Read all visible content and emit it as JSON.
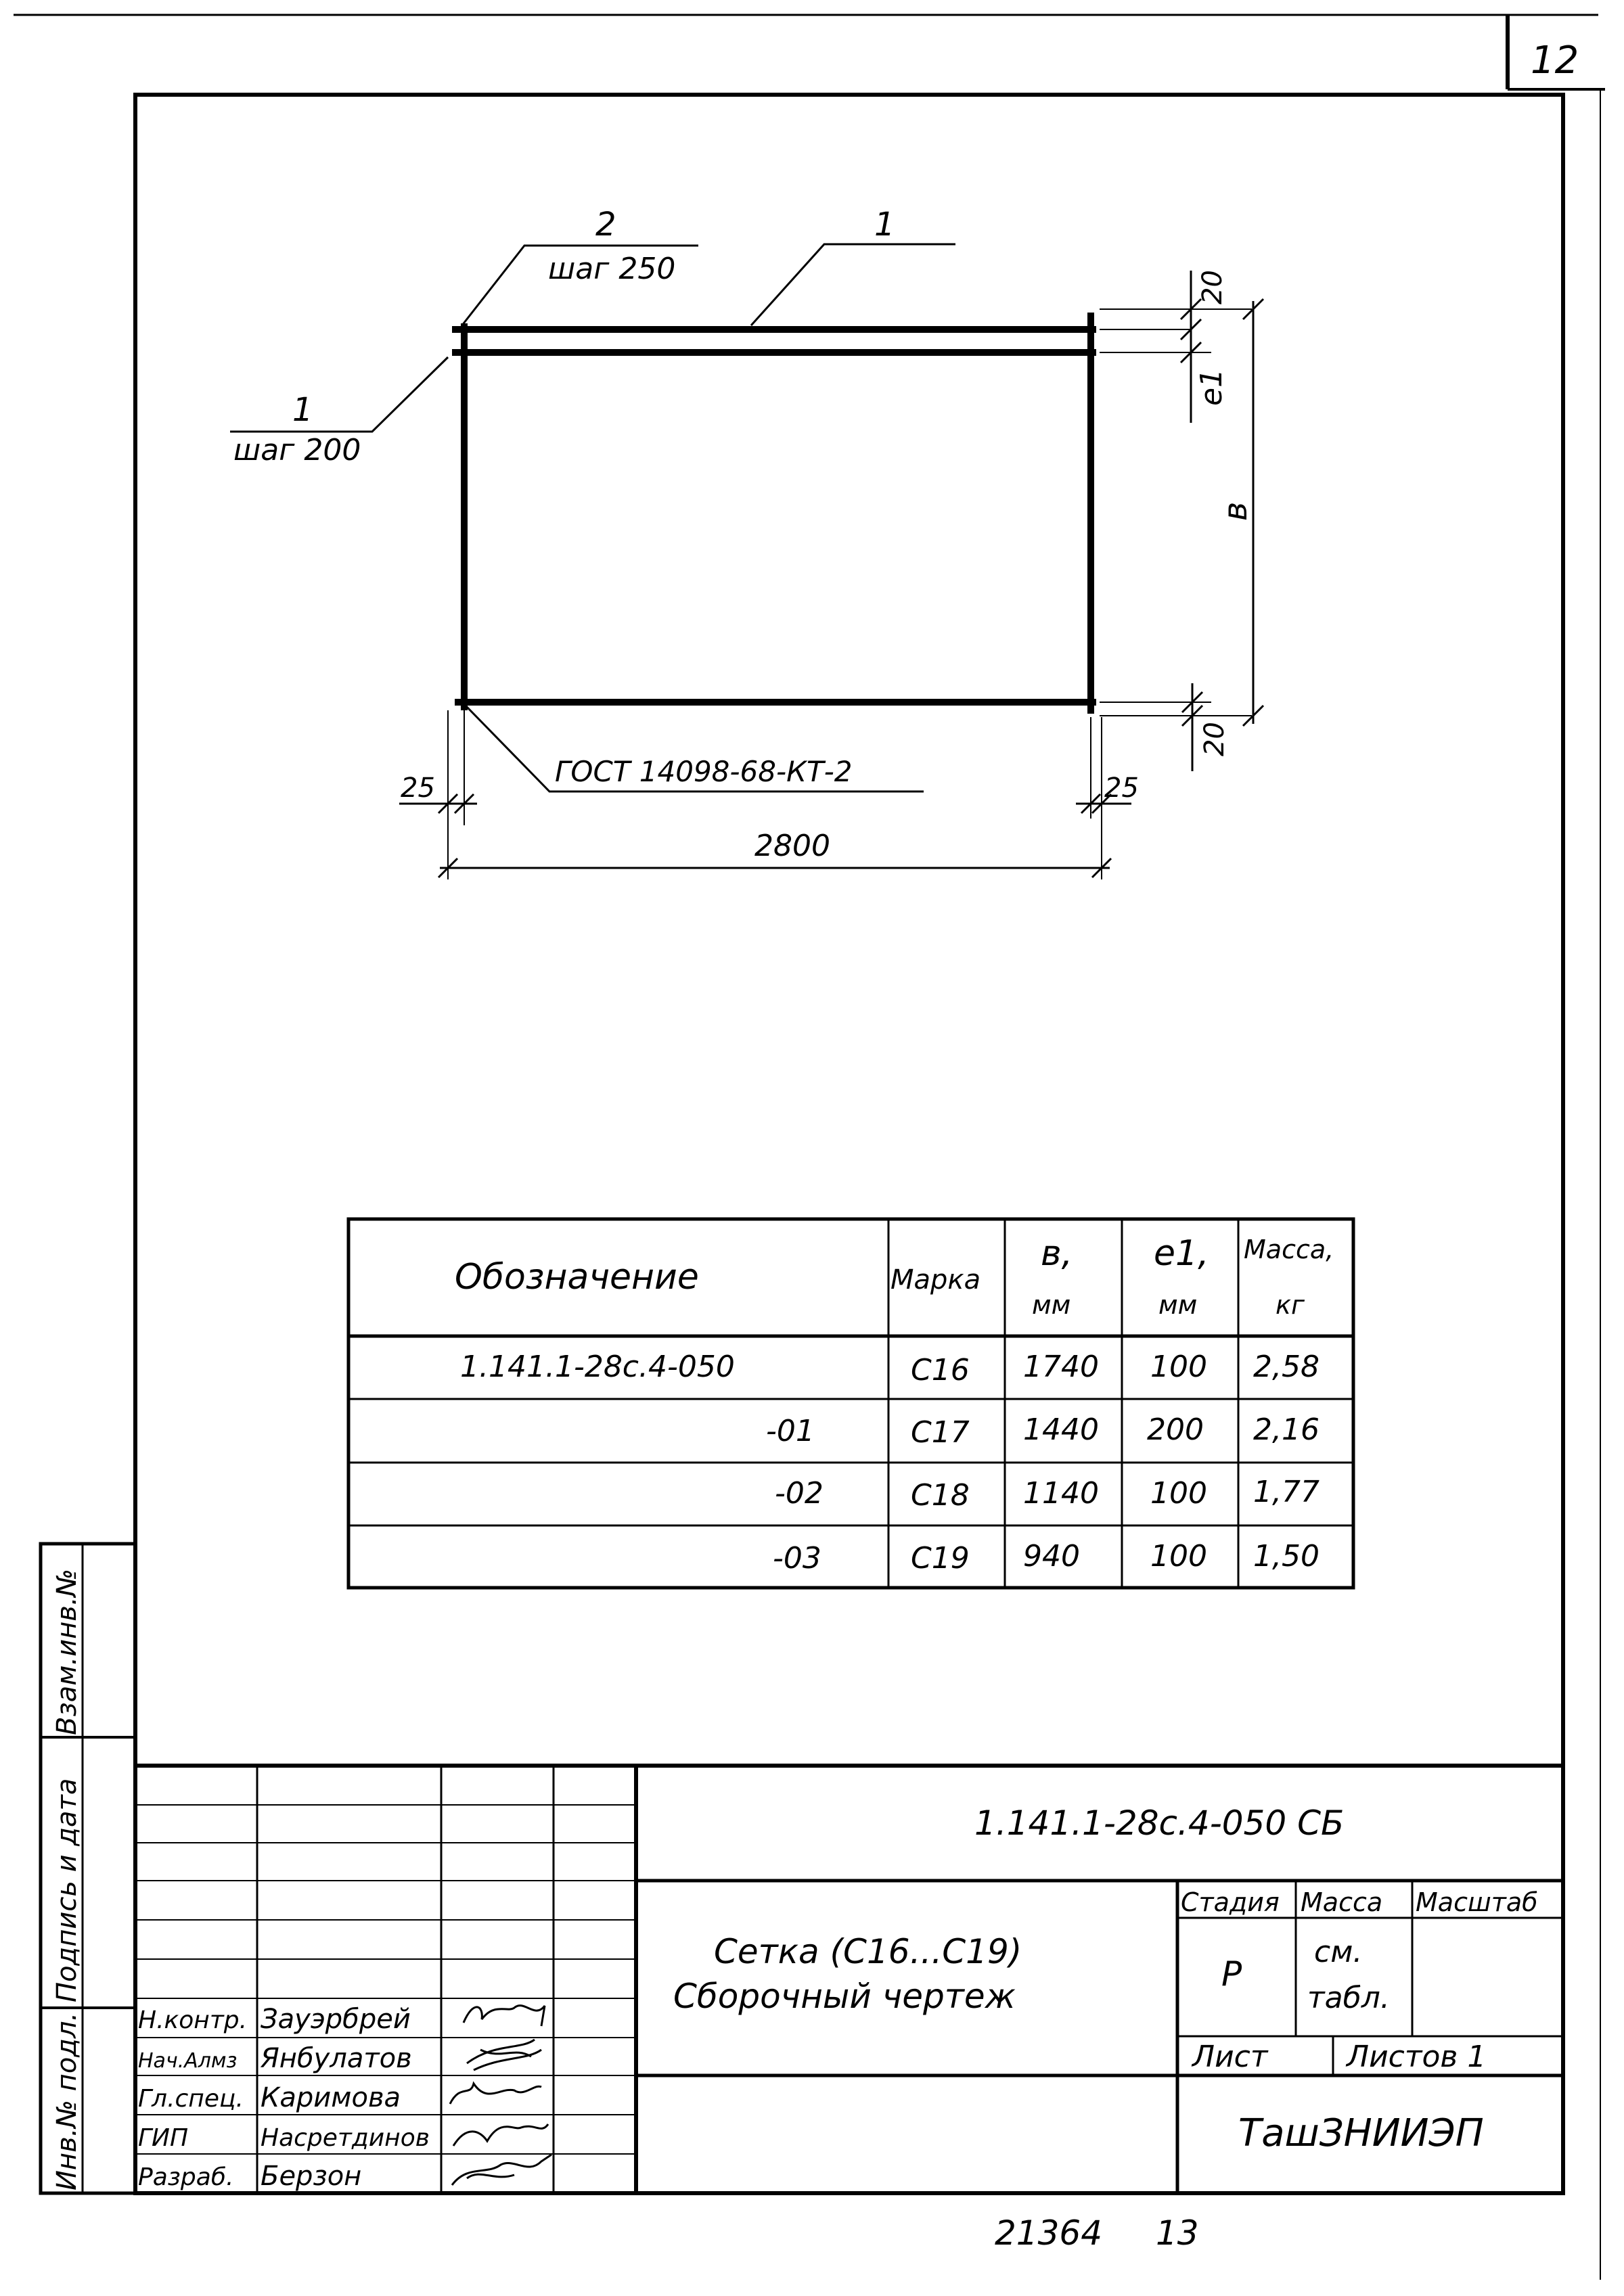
{
  "sheet": {
    "page_number": "12",
    "footer_code": "21364",
    "footer_copies": "13"
  },
  "drawing": {
    "callout_1_top": "1",
    "callout_2_label": "2",
    "callout_2_step": "шаг 250",
    "callout_1_left": "1",
    "callout_1_step": "шаг 200",
    "gost_note": "ГОСТ 14098-68-КТ-2",
    "dim_20_top": "20",
    "dim_e1": "е1",
    "dim_b": "в",
    "dim_20_bottom": "20",
    "dim_25_left": "25",
    "dim_25_right": "25",
    "dim_2800": "2800"
  },
  "table": {
    "headers": {
      "designation": "Обозначение",
      "mark": "Марка",
      "b": "в,",
      "b_unit": "мм",
      "e1": "е1,",
      "e1_unit": "мм",
      "mass": "Масса,",
      "mass_unit": "кг"
    },
    "rows": [
      {
        "designation": "1.141.1-28с.4-050",
        "mark": "С16",
        "b": "1740",
        "e1": "100",
        "mass": "2,58"
      },
      {
        "designation": "-01",
        "mark": "С17",
        "b": "1440",
        "e1": "200",
        "mass": "2,16"
      },
      {
        "designation": "-02",
        "mark": "С18",
        "b": "1140",
        "e1": "100",
        "mass": "1,77"
      },
      {
        "designation": "-03",
        "mark": "С19",
        "b": "940",
        "e1": "100",
        "mass": "1,50"
      }
    ]
  },
  "side_stamp": {
    "inv_subst": "Взам.инв.№",
    "sign_date": "Подпись и дата",
    "inv_orig": "Инв.№ подл."
  },
  "title_block": {
    "doc_code": "1.141.1-28с.4-050 СБ",
    "title_line1": "Сетка (С16...С19)",
    "title_line2": "Сборочный чертеж",
    "stage_header": "Стадия",
    "mass_header": "Масса",
    "scale_header": "Масштаб",
    "stage_value": "Р",
    "mass_value_1": "см.",
    "mass_value_2": "табл.",
    "sheet_label": "Лист",
    "sheets_label": "Листов 1",
    "organization": "ТашЗНИИЭП",
    "roles": [
      {
        "role": "Н.контр.",
        "name": "Зауэрбрей"
      },
      {
        "role": "Нач.Алмз",
        "name": "Янбулатов"
      },
      {
        "role": "Гл.спец.",
        "name": "Каримова"
      },
      {
        "role": "ГИП",
        "name": "Насретдинов"
      },
      {
        "role": "Разраб.",
        "name": "Берзон"
      }
    ]
  }
}
